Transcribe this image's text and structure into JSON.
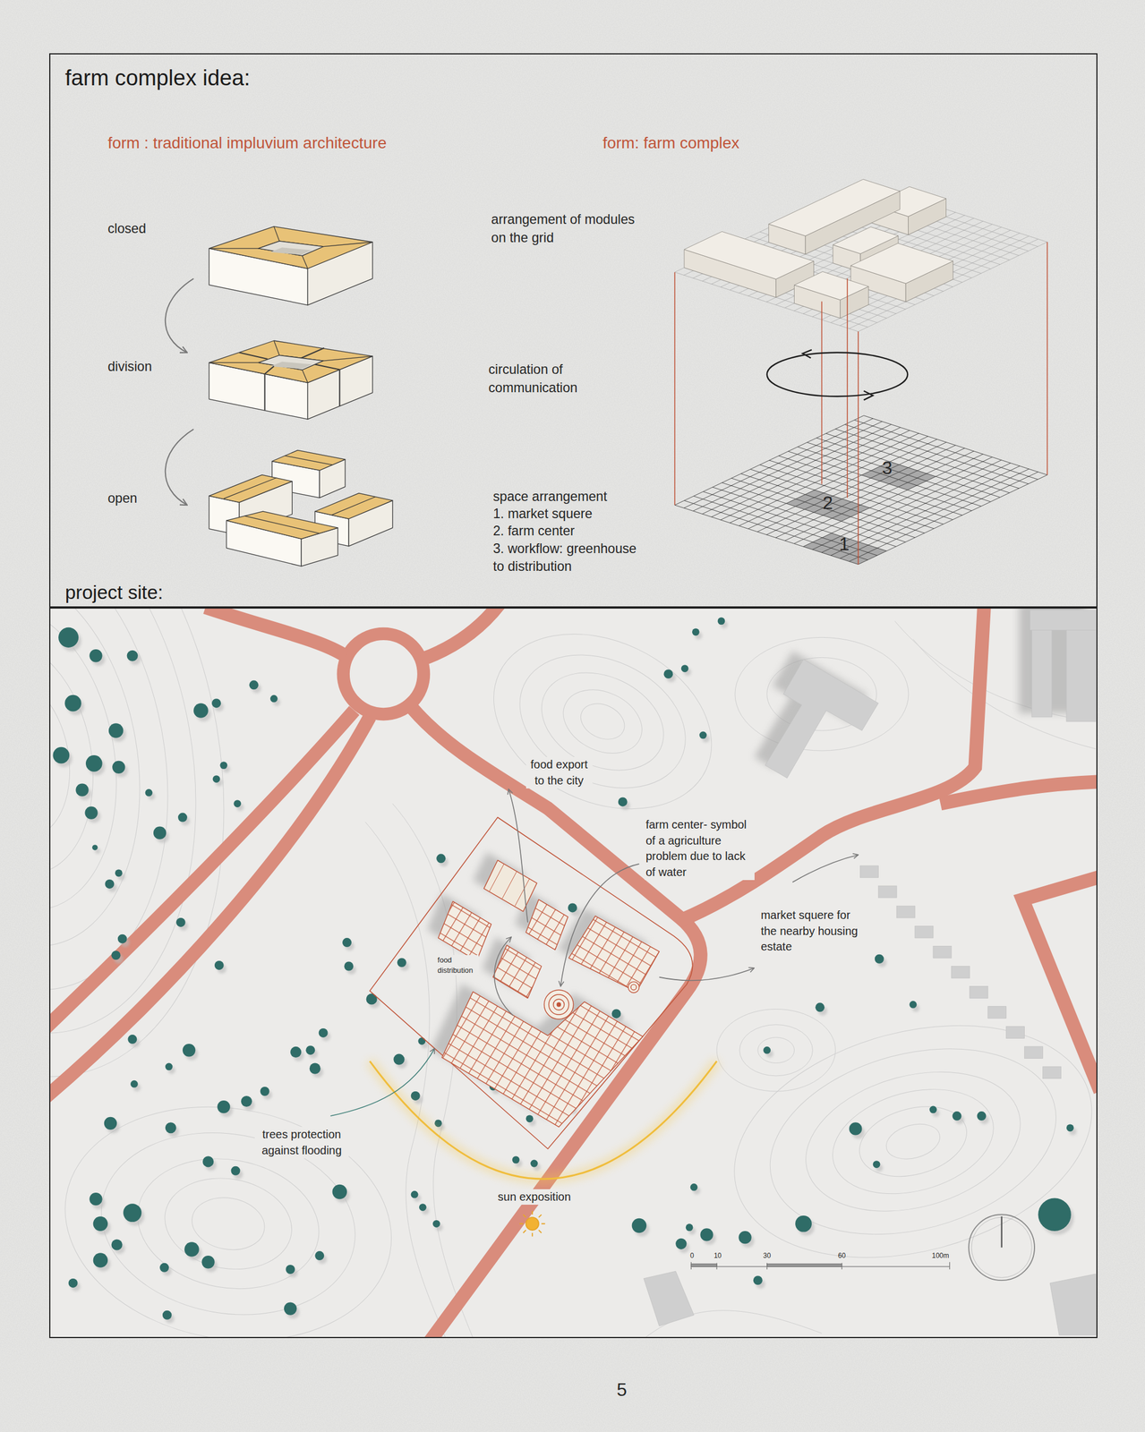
{
  "diagram": {
    "nodes": [
      {
        "text": [
          "farm complex idea:"
        ]
      },
      {
        "text": [
          "project site:"
        ]
      }
    ],
    "labels": [
      "form : traditional impluvium architecture",
      "form: farm complex",
      "closed",
      "division",
      "open",
      "arrangement of modules on the grid",
      "circulation of communication",
      "space arrangement",
      "1. market squere",
      "2. farm center",
      "3. workflow: greenhouse to distribution",
      "3",
      "2",
      "1",
      "food export to the city",
      "farm center- symbol of a agriculture problem due to lack of water",
      "market squere for the nearby housing estate",
      "food distribution",
      "trees protection against flooding",
      "sun exposition",
      "0",
      "10",
      "30",
      "60",
      "100m",
      "5"
    ]
  }
}
